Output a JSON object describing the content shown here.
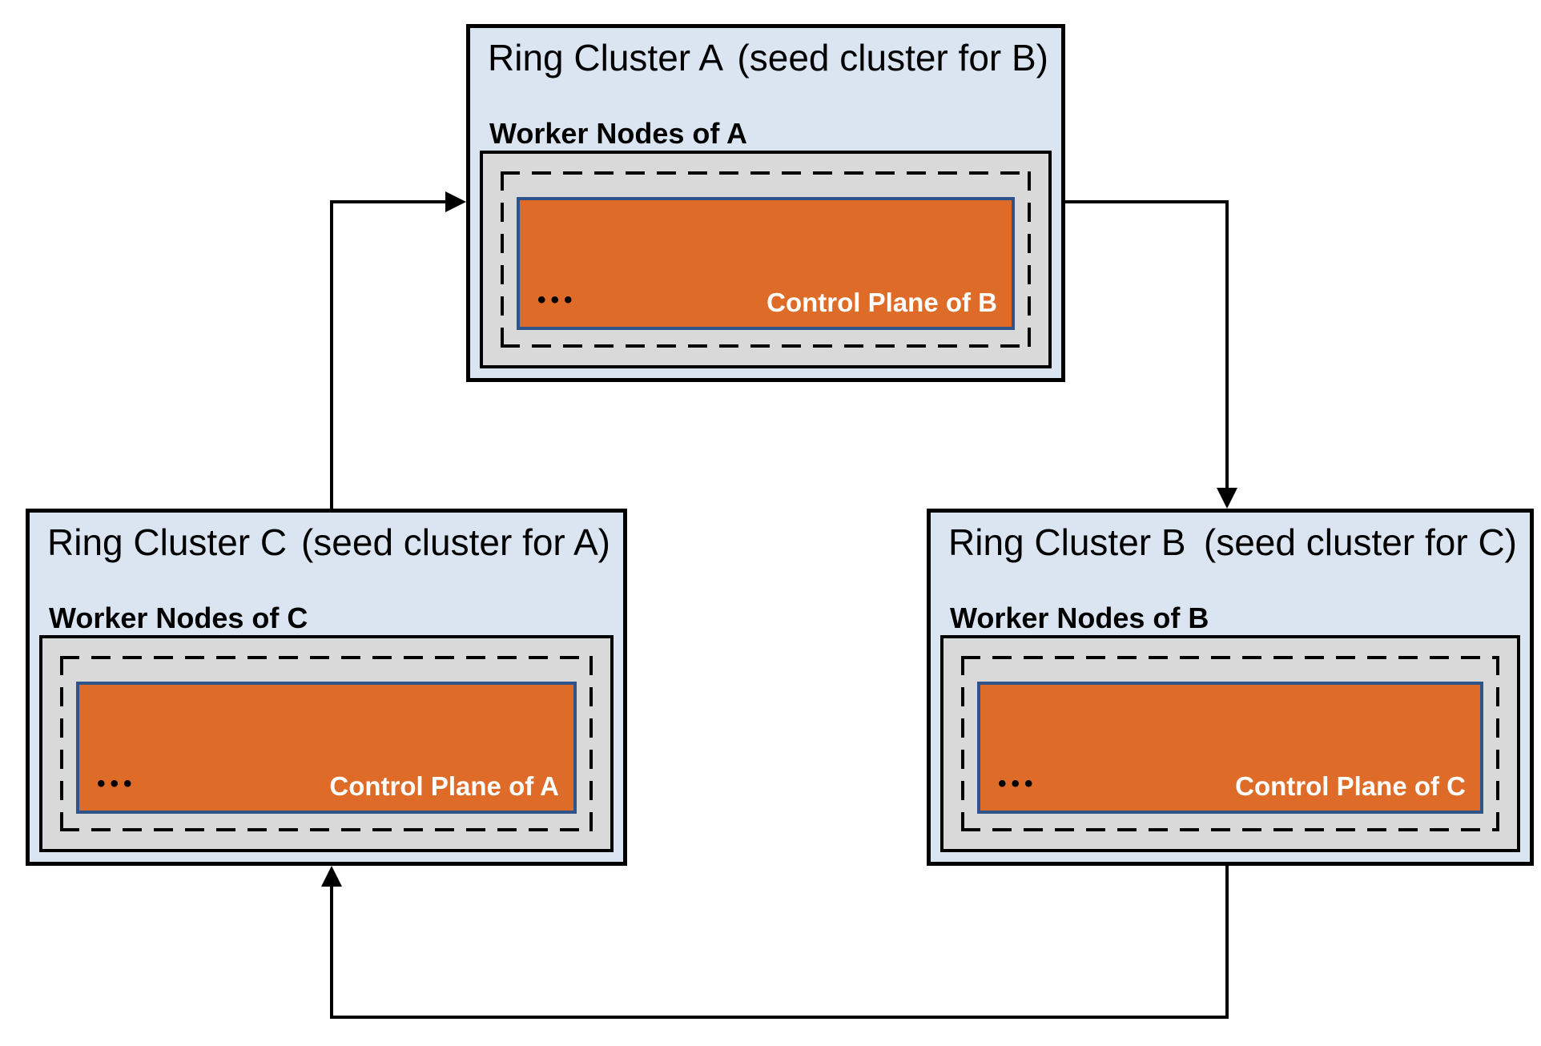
{
  "page": {
    "background": "#ffffff"
  },
  "diagram": {
    "colors": {
      "cluster_bg": "#dbe5f1",
      "cluster_border": "#000000",
      "worker_zone_bg": "#d9d9d9",
      "control_plane_bg": "#de6c28",
      "control_plane_border": "#2f548c",
      "control_plane_text": "#ffffff",
      "arrow": "#000000"
    },
    "clusters": [
      {
        "id": "A",
        "title": "Ring Cluster A",
        "seed_note": "(seed cluster for B)",
        "worker_label": "Worker Nodes of A",
        "control_plane_label": "Control Plane of B",
        "dots": "•••"
      },
      {
        "id": "C",
        "title": "Ring Cluster C",
        "seed_note": "(seed cluster for A)",
        "worker_label": "Worker Nodes of C",
        "control_plane_label": "Control Plane of A",
        "dots": "•••"
      },
      {
        "id": "B",
        "title": "Ring Cluster B",
        "seed_note": "(seed cluster for C)",
        "worker_label": "Worker Nodes of B",
        "control_plane_label": "Control Plane of C",
        "dots": "•••"
      }
    ],
    "arrows": [
      {
        "from": "Ring Cluster C",
        "to": "Ring Cluster A"
      },
      {
        "from": "Ring Cluster A",
        "to": "Ring Cluster B"
      },
      {
        "from": "Ring Cluster B",
        "to": "Ring Cluster C"
      }
    ]
  }
}
